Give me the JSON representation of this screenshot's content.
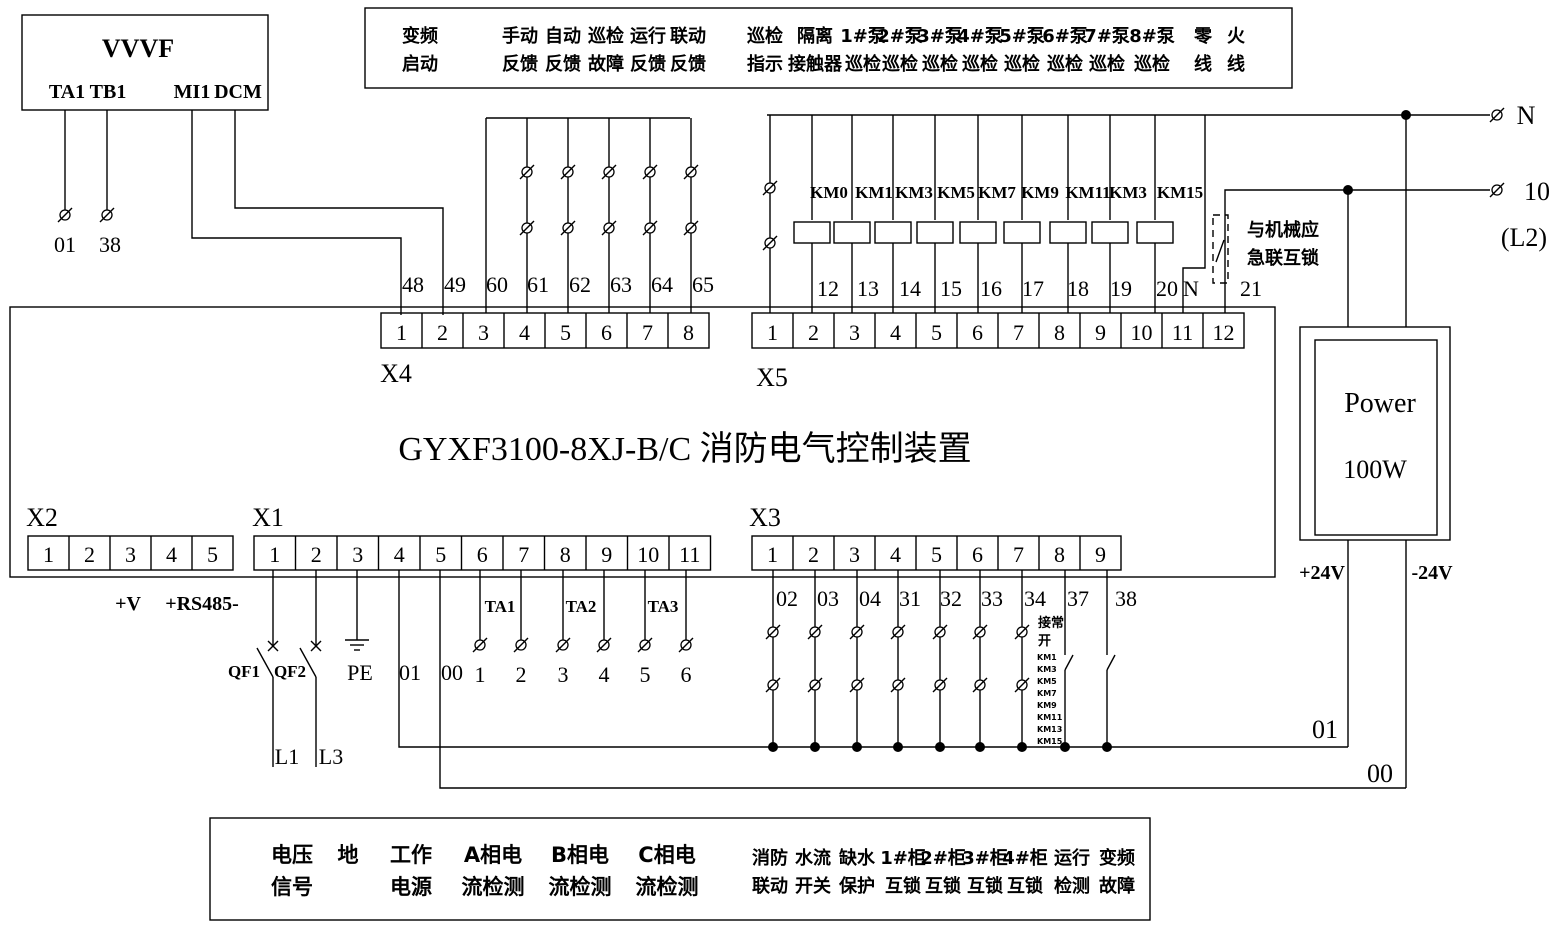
{
  "vvvf": {
    "title": "VVVF",
    "pins": [
      "TA1",
      "TB1",
      "MI1",
      "DCM"
    ],
    "wire_labels": [
      "01",
      "38"
    ]
  },
  "top_legend": [
    [
      "变频",
      "启动"
    ],
    [
      "手动",
      "反馈"
    ],
    [
      "自动",
      "反馈"
    ],
    [
      "巡检",
      "故障"
    ],
    [
      "运行",
      "反馈"
    ],
    [
      "联动",
      "反馈"
    ],
    [
      "巡检",
      "指示"
    ],
    [
      "隔离",
      "接触器"
    ],
    [
      "1#泵",
      "巡检"
    ],
    [
      "2#泵",
      "巡检"
    ],
    [
      "3#泵",
      "巡检"
    ],
    [
      "4#泵",
      "巡检"
    ],
    [
      "5#泵",
      "巡检"
    ],
    [
      "6#泵",
      "巡检"
    ],
    [
      "7#泵",
      "巡检"
    ],
    [
      "8#泵",
      "巡检"
    ],
    [
      "零",
      "线"
    ],
    [
      "火",
      "线"
    ]
  ],
  "device_title": "GYXF3100-8XJ-B/C 消防电气控制装置",
  "x4": {
    "label": "X4",
    "terminals": [
      "1",
      "2",
      "3",
      "4",
      "5",
      "6",
      "7",
      "8"
    ],
    "wires": [
      "48",
      "49",
      "60",
      "61",
      "62",
      "63",
      "64",
      "65"
    ]
  },
  "x5": {
    "label": "X5",
    "terminals": [
      "1",
      "2",
      "3",
      "4",
      "5",
      "6",
      "7",
      "8",
      "9",
      "10",
      "11",
      "12"
    ],
    "wires": [
      "12",
      "13",
      "14",
      "15",
      "16",
      "17",
      "18",
      "19",
      "20",
      "N",
      "21"
    ],
    "coils": [
      "KM0",
      "KM1",
      "KM3",
      "KM5",
      "KM7",
      "KM9",
      "KM11",
      "KM3",
      "KM15"
    ],
    "interlock_note": [
      "与机械应",
      "急联互锁"
    ]
  },
  "x2": {
    "label": "X2",
    "terminals": [
      "1",
      "2",
      "3",
      "4",
      "5"
    ],
    "notes": [
      "+V",
      "+RS485-"
    ]
  },
  "x1": {
    "label": "X1",
    "terminals": [
      "1",
      "2",
      "3",
      "4",
      "5",
      "6",
      "7",
      "8",
      "9",
      "10",
      "11"
    ],
    "breakers": [
      "QF1",
      "QF2"
    ],
    "pe": "PE",
    "wires": [
      "01",
      "00"
    ],
    "phases": [
      "L1",
      "L3"
    ],
    "ct": [
      "TA1",
      "TA2",
      "TA3"
    ],
    "ct_terms": [
      "1",
      "2",
      "3",
      "4",
      "5",
      "6"
    ]
  },
  "x3": {
    "label": "X3",
    "terminals": [
      "1",
      "2",
      "3",
      "4",
      "5",
      "6",
      "7",
      "8",
      "9"
    ],
    "wires": [
      "02",
      "03",
      "04",
      "31",
      "32",
      "33",
      "34",
      "37",
      "38"
    ],
    "contact_note": [
      "接常",
      "开"
    ],
    "km_list": [
      "KM1",
      "KM3",
      "KM5",
      "KM7",
      "KM9",
      "KM11",
      "KM13",
      "KM15"
    ]
  },
  "supply": {
    "n": "N",
    "l": "10",
    "l_alt": "(L2)",
    "power_title": "Power",
    "power_rating": "100W",
    "plus": "+24V",
    "minus": "-24V",
    "wire01": "01",
    "wire00": "00"
  },
  "bottom_legend": [
    [
      "电压",
      "信号"
    ],
    [
      "地",
      ""
    ],
    [
      "工作",
      "电源"
    ],
    [
      "A相电",
      "流检测"
    ],
    [
      "B相电",
      "流检测"
    ],
    [
      "C相电",
      "流检测"
    ],
    [
      "消防",
      "联动"
    ],
    [
      "水流",
      "开关"
    ],
    [
      "缺水",
      "保护"
    ],
    [
      "1#柜",
      "互锁"
    ],
    [
      "2#柜",
      "互锁"
    ],
    [
      "3#柜",
      "互锁"
    ],
    [
      "4#柜",
      "互锁"
    ],
    [
      "运行",
      "检测"
    ],
    [
      "变频",
      "故障"
    ]
  ]
}
